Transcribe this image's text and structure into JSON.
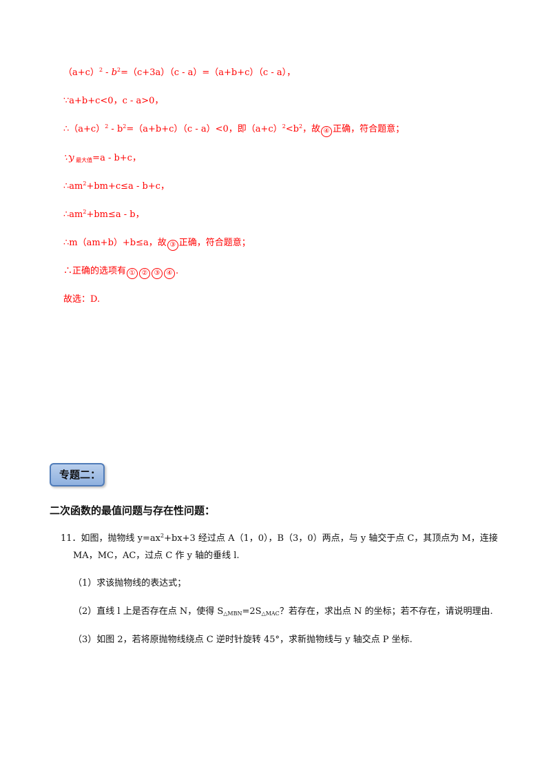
{
  "solution": {
    "l1": {
      "a": "（a+c）",
      "b": "2",
      "c": " - ",
      "d": "b",
      "e": "2",
      "f": "=（c+3a）（c - a）=（a+b+c）（c - a），"
    },
    "l2": "∵a+b+c<0，c - a>0，",
    "l3": {
      "a": "∴（a+c）",
      "b": "2",
      "c": " - b",
      "d": "2",
      "e": "=（a+b+c）（c - a）<0，即（a+c）",
      "f": "2",
      "g": "<b",
      "h": "2",
      "i": "，故",
      "j": "④",
      "k": "正确，符合题意；"
    },
    "l4": {
      "a": "∵y",
      "b": " 最大值",
      "c": "=a - b+c，"
    },
    "l5": {
      "a": "∴am",
      "b": "2",
      "c": "+bm+c≤a - b+c，"
    },
    "l6": {
      "a": "∴am",
      "b": "2",
      "c": "+bm≤a - b，"
    },
    "l7": {
      "a": "∴m（am+b）+b≤a，故",
      "b": "③",
      "c": "正确，符合题意；"
    },
    "l8": {
      "a": "∴正确的选项有",
      "c1": "①",
      "c2": "②",
      "c3": "③",
      "c4": "④",
      "b": "."
    },
    "l9": "故选：D."
  },
  "topic_box": "专题二：",
  "section_title": "二次函数的最值问题与存在性问题：",
  "problem": {
    "l1": {
      "a": "11．如图，抛物线 y=ax",
      "b": "2",
      "c": "+bx+3 经过点 A（1，0），B（3，0）两点，与 y 轴交于点 C，其顶点为 M，连接"
    },
    "l2": "MA，MC，AC，过点 C 作 y 轴的垂线 l.",
    "q1": "（1）求该抛物线的表达式；",
    "q2": {
      "a": "（2）直线 l 上是否存在点 N，使得 S",
      "b": "△MBN",
      "c": "=2S",
      "d": "△MAC",
      "e": "？若存在，求出点 N 的坐标；若不存在，请说明理由."
    },
    "q3": "（3）如图 2，若将原抛物线绕点 C 逆时针旋转 45°，求新抛物线与 y 轴交点 P 坐标."
  },
  "colors": {
    "answer_red": "#ff0000",
    "text": "#111111",
    "box_fill": "#a8c4e8",
    "box_border": "#4f7bb8"
  }
}
